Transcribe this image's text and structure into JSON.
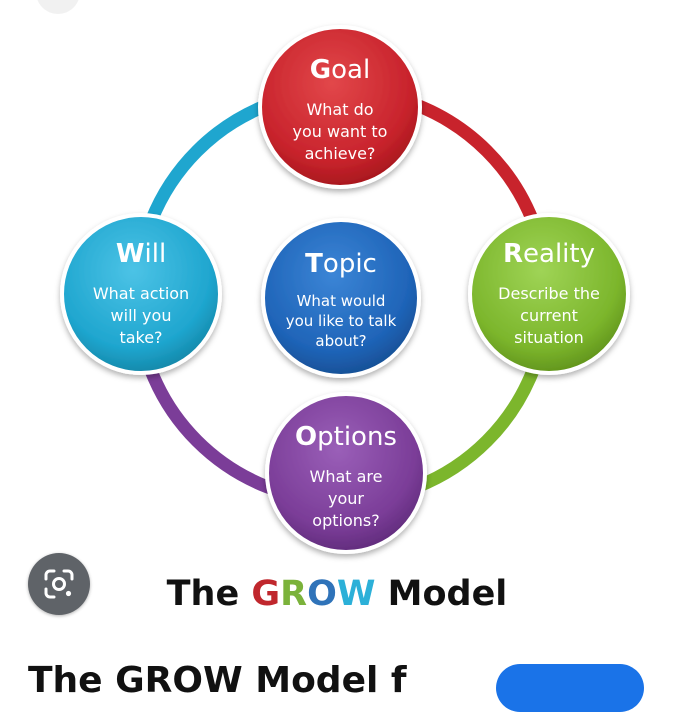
{
  "nodes": {
    "goal": {
      "title_first": "G",
      "title_rest": "oal",
      "lines": [
        "What do",
        "you want to",
        "achieve?"
      ]
    },
    "reality": {
      "title_first": "R",
      "title_rest": "eality",
      "lines": [
        "Describe the",
        "current",
        "situation"
      ]
    },
    "options": {
      "title_first": "O",
      "title_rest": "ptions",
      "lines": [
        "What are",
        "your",
        "options?"
      ]
    },
    "will": {
      "title_first": "W",
      "title_rest": "ill",
      "lines": [
        "What action",
        "will you",
        "take?"
      ]
    },
    "topic": {
      "title_first": "T",
      "title_rest": "opic",
      "lines": [
        "What would",
        "you like to talk",
        "about?"
      ]
    }
  },
  "caption": {
    "prefix": "The ",
    "g": "G",
    "r": "R",
    "o": "O",
    "w": "W",
    "suffix": " Model"
  },
  "bottom_text": "The GROW Model f",
  "colors": {
    "goal": "#c8232c",
    "reality": "#7cb62c",
    "options": "#7b3d98",
    "will": "#1fa6cf",
    "topic": "#1f64b8",
    "g": "#c0272d",
    "r": "#7bb23b",
    "o": "#2f73b9",
    "w": "#2cb0d8"
  }
}
